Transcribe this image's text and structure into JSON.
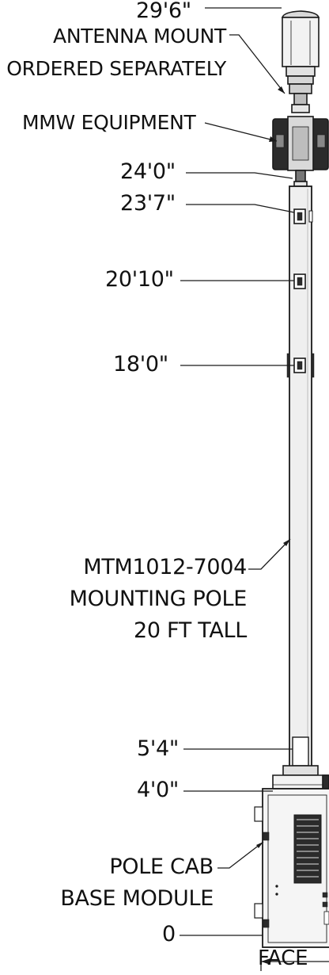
{
  "labels": {
    "top_elevation": "29'6\"",
    "antenna_mount_line1": "ANTENNA MOUNT",
    "antenna_mount_line2": "ORDERED SEPARATELY",
    "mmw_equipment": "MMW EQUIPMENT",
    "elev_24_0": "24'0\"",
    "elev_23_7": "23'7\"",
    "elev_20_10": "20'10\"",
    "elev_18_0": "18'0\"",
    "pole_line1": "MTM1012-7004",
    "pole_line2": "MOUNTING POLE",
    "pole_line3": "20 FT TALL",
    "elev_5_4": "5'4\"",
    "elev_4_0": "4'0\"",
    "cab_line1": "POLE CAB",
    "cab_line2": "BASE MODULE",
    "elev_0": "0",
    "face": "FACE"
  },
  "colors": {
    "line": "#1a1a1a",
    "pole_fill": "#efefef",
    "dark": "#2b2b2b"
  }
}
